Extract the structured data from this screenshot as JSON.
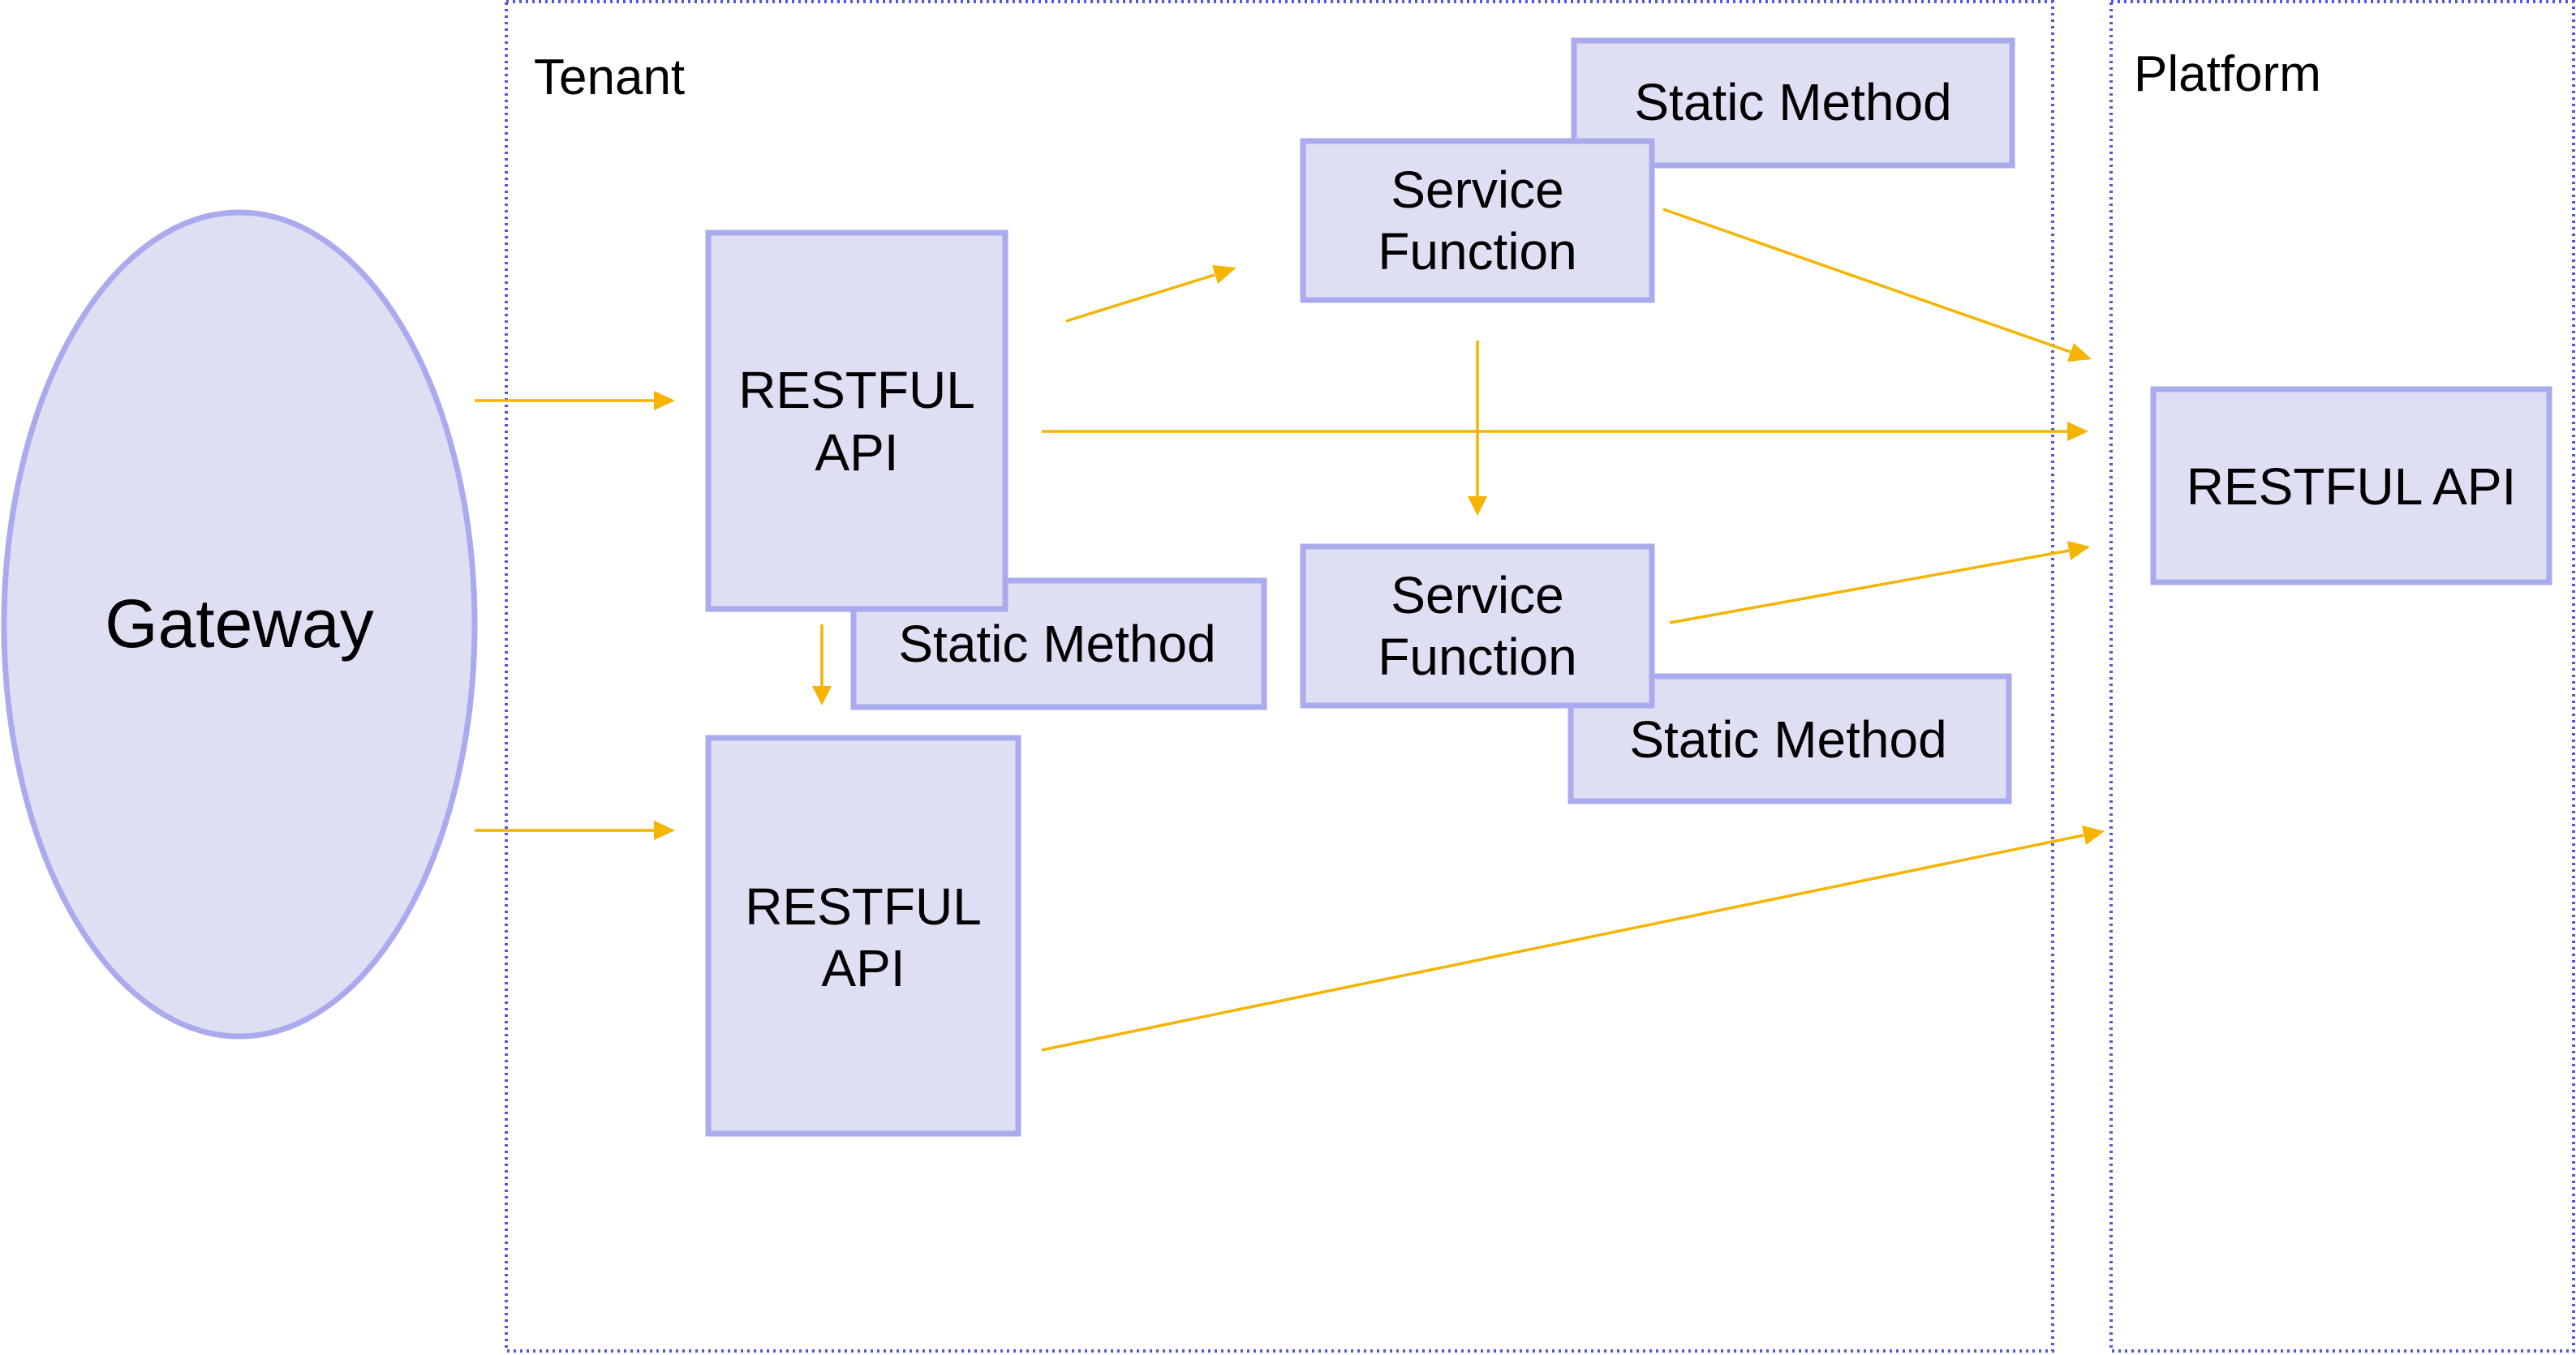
{
  "regions": {
    "tenant_label": "Tenant",
    "platform_label": "Platform"
  },
  "gateway": {
    "label": "Gateway"
  },
  "tenant": {
    "restful_api_top": {
      "line1": "RESTFUL",
      "line2": "API"
    },
    "restful_api_bottom": {
      "line1": "RESTFUL",
      "line2": "API"
    },
    "static_method_left": "Static Method",
    "service_function_top": {
      "line1": "Service",
      "line2": "Function"
    },
    "service_function_bottom": {
      "line1": "Service",
      "line2": "Function"
    },
    "static_method_top_right": "Static Method",
    "static_method_bottom_right": "Static Method"
  },
  "platform": {
    "restful_api": "RESTFUL API"
  },
  "colors": {
    "node_fill": "#dfdff4",
    "node_stroke": "#aaaaee",
    "region_border": "#5555dd",
    "arrow": "#f5b400"
  }
}
